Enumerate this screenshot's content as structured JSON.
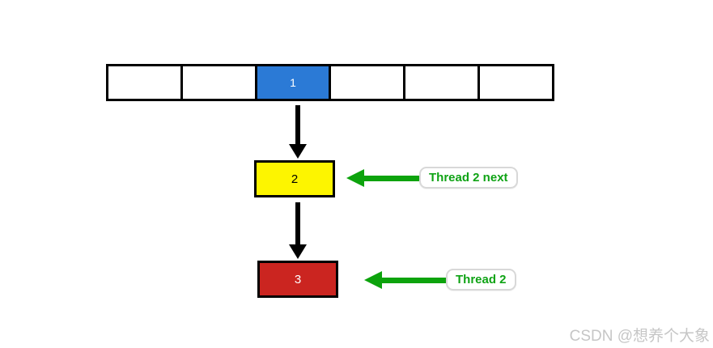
{
  "array": {
    "cells": [
      "",
      "",
      "1",
      "",
      "",
      ""
    ],
    "highlight_index": 2
  },
  "nodes": [
    {
      "value": "2"
    },
    {
      "value": "3"
    }
  ],
  "labels": [
    "Thread 2 next",
    "Thread 2"
  ],
  "watermark": {
    "text": "CSDN @想养个大象"
  },
  "colors": {
    "highlight-blue": "#2B7AD6",
    "node-yellow": "#FDF500",
    "node-red": "#CB2520",
    "arrow-green": "#0DA30D",
    "label-green": "#0FA315",
    "label-border": "#D8D8D8",
    "watermark-gray": "#C6C6C6"
  }
}
